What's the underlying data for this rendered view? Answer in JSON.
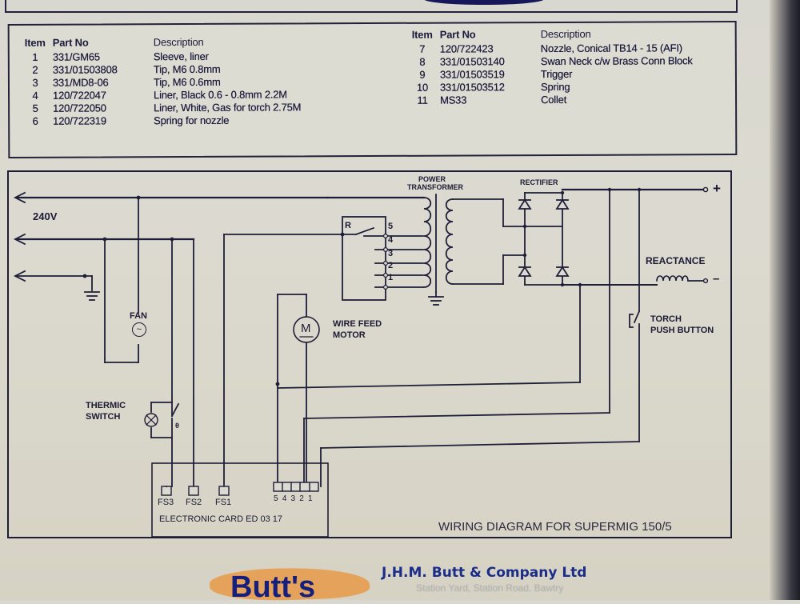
{
  "parts_list": {
    "headers": {
      "item": "Item",
      "part_no": "Part No",
      "description": "Description"
    },
    "left_rows": [
      {
        "item": "1",
        "part_no": "331/GM65",
        "description": "Sleeve, liner"
      },
      {
        "item": "2",
        "part_no": "331/01503808",
        "description": "Tip, M6 0.8mm"
      },
      {
        "item": "3",
        "part_no": "331/MD8-06",
        "description": "Tip, M6 0.6mm"
      },
      {
        "item": "4",
        "part_no": "120/722047",
        "description": "Liner, Black 0.6 - 0.8mm 2.2M"
      },
      {
        "item": "5",
        "part_no": "120/722050",
        "description": "Liner, White, Gas for torch 2.75M"
      },
      {
        "item": "6",
        "part_no": "120/722319",
        "description": "Spring for nozzle"
      }
    ],
    "right_rows": [
      {
        "item": "7",
        "part_no": "120/722423",
        "description": "Nozzle, Conical TB14 - 15 (AFI)"
      },
      {
        "item": "8",
        "part_no": "331/01503140",
        "description": "Swan Neck c/w Brass Conn Block"
      },
      {
        "item": "9",
        "part_no": "331/01503519",
        "description": "Trigger"
      },
      {
        "item": "10",
        "part_no": "331/01503512",
        "description": "Spring"
      },
      {
        "item": "11",
        "part_no": "MS33",
        "description": "Collet"
      }
    ]
  },
  "diagram": {
    "title": "WIRING DIAGRAM FOR SUPERMIG 150/5",
    "labels": {
      "supply": "240V",
      "fan": "FAN",
      "thermic_switch_1": "THERMIC",
      "thermic_switch_2": "SWITCH",
      "thermic_mark": "θ",
      "power_transformer_1": "POWER",
      "power_transformer_2": "TRANSFORMER",
      "rectifier": "RECTIFIER",
      "relay": "R",
      "tap_5": "5",
      "tap_4": "4",
      "tap_3": "3",
      "tap_2": "2",
      "tap_1": "1",
      "motor_symbol": "M",
      "wire_feed_motor_1": "WIRE FEED",
      "wire_feed_motor_2": "MOTOR",
      "reactance": "REACTANCE",
      "plus": "+",
      "minus": "–",
      "torch_1": "TORCH",
      "torch_2": "PUSH BUTTON",
      "fs3": "FS3",
      "fs2": "FS2",
      "fs1": "FS1",
      "card_pins": "5 4 3 2 1",
      "electronic_card": "ELECTRONIC CARD ED 03 17"
    }
  },
  "footer": {
    "logo": "Butt's",
    "company": "J.H.M. Butt & Company Ltd",
    "address": "Station Yard, Station Road, Bawtry"
  },
  "colors": {
    "ink": "#1b1a3a",
    "logo_blue": "#16207a",
    "logo_orange": "#e89a48",
    "company_blue": "#1b2d8a"
  }
}
